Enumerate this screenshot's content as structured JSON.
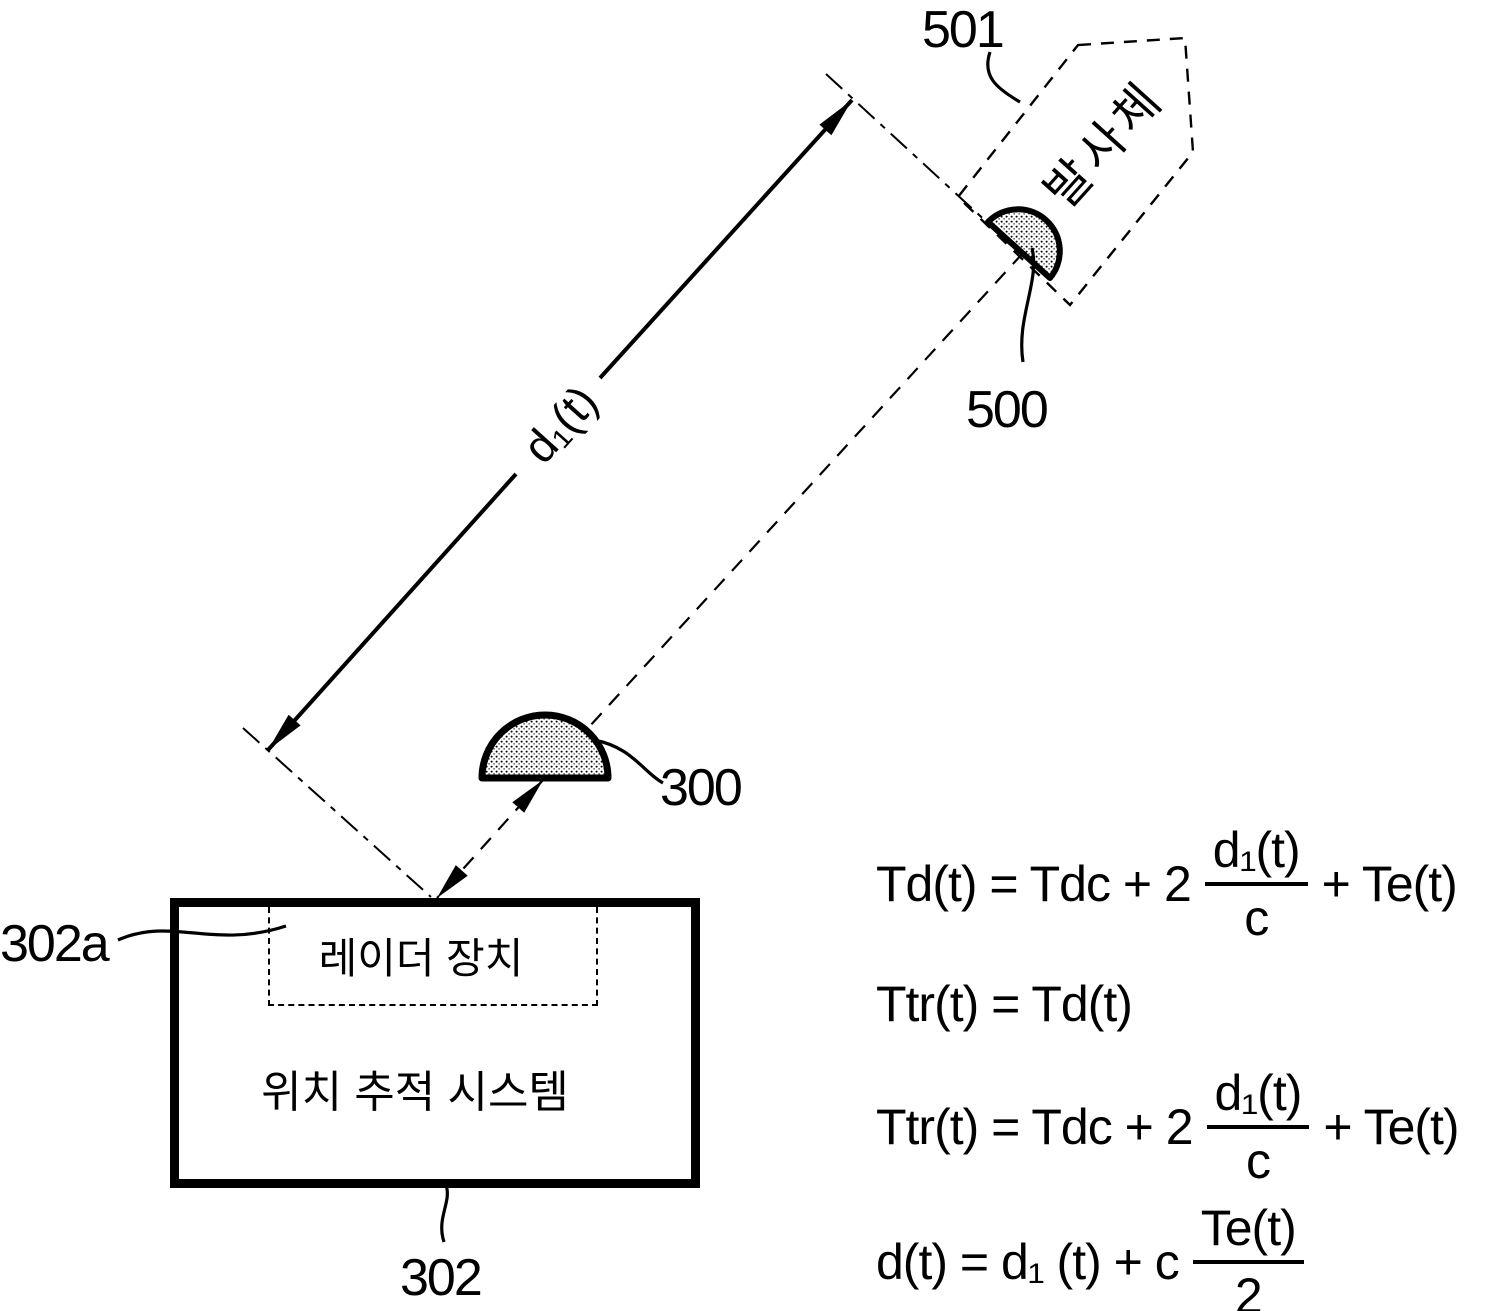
{
  "figure": {
    "projectile": {
      "ref": "501",
      "name": "발사체",
      "antenna_ref": "500"
    },
    "radar_antenna_ref": "300",
    "distance_label": "d₁(t)",
    "radar_device": {
      "ref": "302a",
      "label": "레이더 장치"
    },
    "tracking_system": {
      "ref": "302",
      "label": "위치 추적 시스템"
    }
  },
  "equations": {
    "delay": {
      "left": "Td(t) = Tdc + 2",
      "num": "d₁(t)",
      "den": "c",
      "right": "+ Te(t)"
    },
    "trigger": {
      "text": "Ttr(t) = Td(t)"
    },
    "trigger_expanded": {
      "left": "Ttr(t) = Tdc + 2",
      "num": "d₁(t)",
      "den": "c",
      "right": "+ Te(t)"
    },
    "distance": {
      "left": "d(t) = d₁ (t) + c",
      "num": "Te(t)",
      "den": "2"
    }
  },
  "colors": {
    "ink": "#000000",
    "paper": "#ffffff"
  }
}
